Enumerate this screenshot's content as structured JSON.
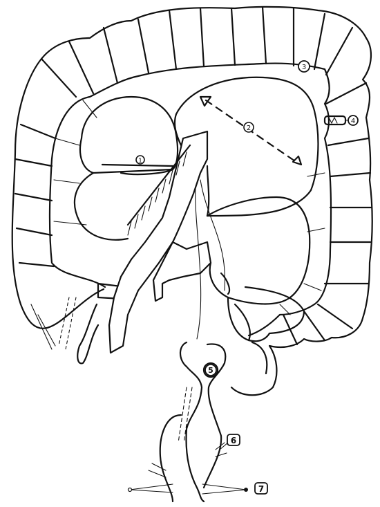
{
  "figure": {
    "labels": {
      "l1": "1",
      "l2": "2",
      "l3": "3",
      "l4": "4",
      "l5": "5",
      "l6": "6",
      "l7": "7"
    },
    "ink_color": "#111111",
    "background": "#ffffff"
  }
}
